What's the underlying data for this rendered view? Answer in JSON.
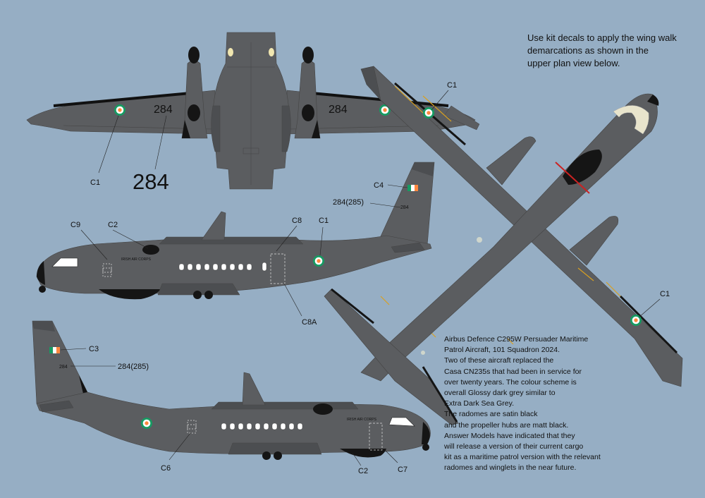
{
  "colors": {
    "background": "#96aec4",
    "aircraft_grey": "#5b5d60",
    "aircraft_grey_dark": "#4c4e51",
    "radome_black": "#151515",
    "wing_walk": "#d8a020",
    "cockpit_frame": "#e8e4cc",
    "irish_green": "#169b62",
    "irish_white": "#ffffff",
    "irish_orange": "#ff883e"
  },
  "instructions": {
    "lines": [
      "Use kit decals to apply the wing walk",
      "demarcations as shown in the",
      "upper plan view below."
    ]
  },
  "description": {
    "lines": [
      "Airbus Defence  C295W Persuader  Maritime",
      "Patrol Aircraft,  101 Squadron 2024.",
      "Two of these aircraft replaced the",
      "Casa CN235s that had been in service for",
      "over twenty years. The colour scheme is",
      "overall Glossy dark grey similar to",
      "Extra Dark Sea Grey.",
      "The radomes are satin black",
      "and the propeller hubs are matt black.",
      "Answer Models have indicated that they",
      "will release a version of their current cargo",
      "kit as a maritime patrol version with the relevant",
      "radomes and winglets in the near future."
    ]
  },
  "views": {
    "underside": {
      "serial_wing_left": "284",
      "serial_wing_right": "284",
      "serial_callout": "284",
      "callout_c1": "C1"
    },
    "port_side": {
      "fuselage_text": "IRISH AIR CORPS",
      "fin_serial": "284",
      "callouts": {
        "c9": "C9",
        "c2": "C2",
        "c8": "C8",
        "c1": "C1",
        "c4": "C4",
        "c4_serial": "284(285)",
        "c8a": "C8A"
      }
    },
    "starboard_side": {
      "fuselage_text": "IRISH AIR CORPS",
      "fin_serial": "284",
      "callouts": {
        "c3": "C3",
        "c3_serial": "284(285)",
        "c6": "C6",
        "c2": "C2",
        "c7": "C7"
      }
    },
    "upper_plan": {
      "callouts": {
        "c1_top": "C1",
        "c1_bottom": "C1"
      }
    }
  }
}
